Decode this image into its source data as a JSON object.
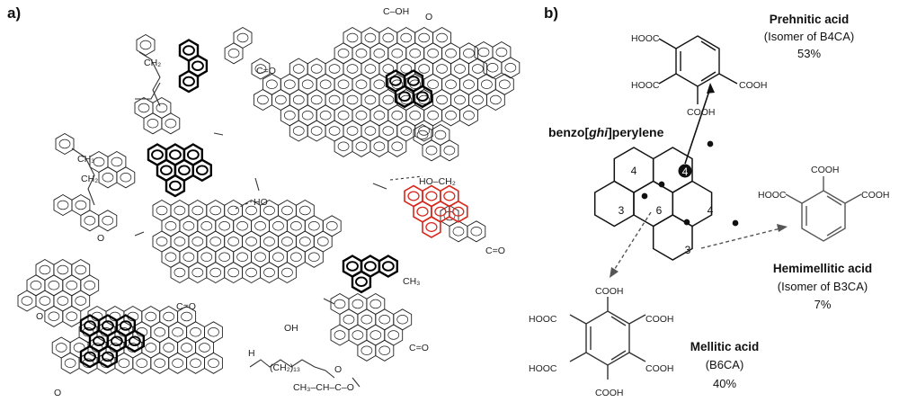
{
  "panels": {
    "a": "a)",
    "b": "b)"
  },
  "core": {
    "name_prefix": "benzo[",
    "name_italic": "ghi",
    "name_suffix": "]perylene",
    "ring_numbers": [
      "4",
      "4",
      "3",
      "6",
      "4",
      "3"
    ]
  },
  "products": [
    {
      "name": "Prehnitic acid",
      "sub": "(Isomer of B4CA)",
      "pct": "53%"
    },
    {
      "name": "Hemimellitic acid",
      "sub": "(Isomer of B3CA)",
      "pct": "7%"
    },
    {
      "name": "Mellitic acid",
      "sub": "(B6CA)",
      "pct": "40%"
    }
  ],
  "groups": {
    "cooh": "COOH",
    "hooc": "HOOC",
    "co_oh": "C–OH",
    "oh": "OH",
    "ho": "HO",
    "ho_ch2": "HO–CH₂",
    "ch3": "CH₃",
    "ch2": "CH₂",
    "c_o": "C=O",
    "o": "O",
    "h": "H",
    "ch2_13": "(CH₂)₁₃",
    "ch3_ch": "CH₃–CH–C–O"
  },
  "colors": {
    "ink": "#111111",
    "red": "#d9261c",
    "dash": "#555555"
  }
}
